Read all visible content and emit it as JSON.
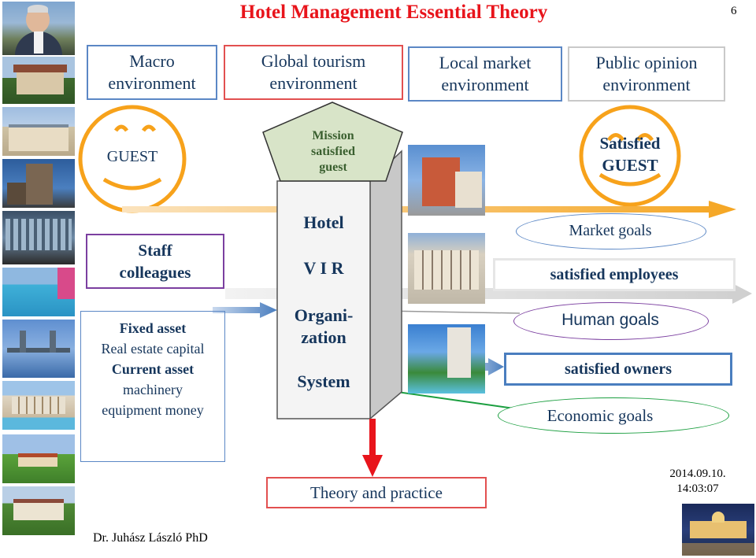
{
  "title": "Hotel Management Essential Theory",
  "page_number": "6",
  "environments": {
    "macro": [
      "Macro",
      "environment"
    ],
    "global": [
      "Global tourism",
      "environment"
    ],
    "local": [
      "Local market",
      "environment"
    ],
    "public": [
      "Public opinion",
      "environment"
    ]
  },
  "guest_label": "GUEST",
  "mission": [
    "Mission",
    "satisfied",
    "guest"
  ],
  "satisfied_guest": [
    "Satisfied",
    "GUEST"
  ],
  "staff": [
    "Staff",
    "colleagues"
  ],
  "assets": [
    "Fixed asset",
    "Real estate capital",
    "Current asset",
    "machinery",
    "equipment money"
  ],
  "hotel_block": {
    "hotel": "Hotel",
    "vir": "V I R",
    "organization": [
      "Organi-",
      "zation"
    ],
    "system": "System"
  },
  "goals": {
    "market": "Market goals",
    "employees": "satisfied employees",
    "human": "Human goals",
    "owners": "satisfied owners",
    "economic": "Economic goals"
  },
  "theory_practice": "Theory and practice",
  "timestamp": [
    "2014.09.10.",
    "14:03:07"
  ],
  "author": "Dr. Juhász László PhD",
  "colors": {
    "title_red": "#e8141b",
    "arrow_orange": "#f5a623",
    "arrow_blue": "#4a7ebf",
    "arrow_green": "#1a9e3f",
    "arrow_red": "#e8141b",
    "smiley_orange": "#f7a21b",
    "pentagon_green": "#d8e4c8"
  }
}
